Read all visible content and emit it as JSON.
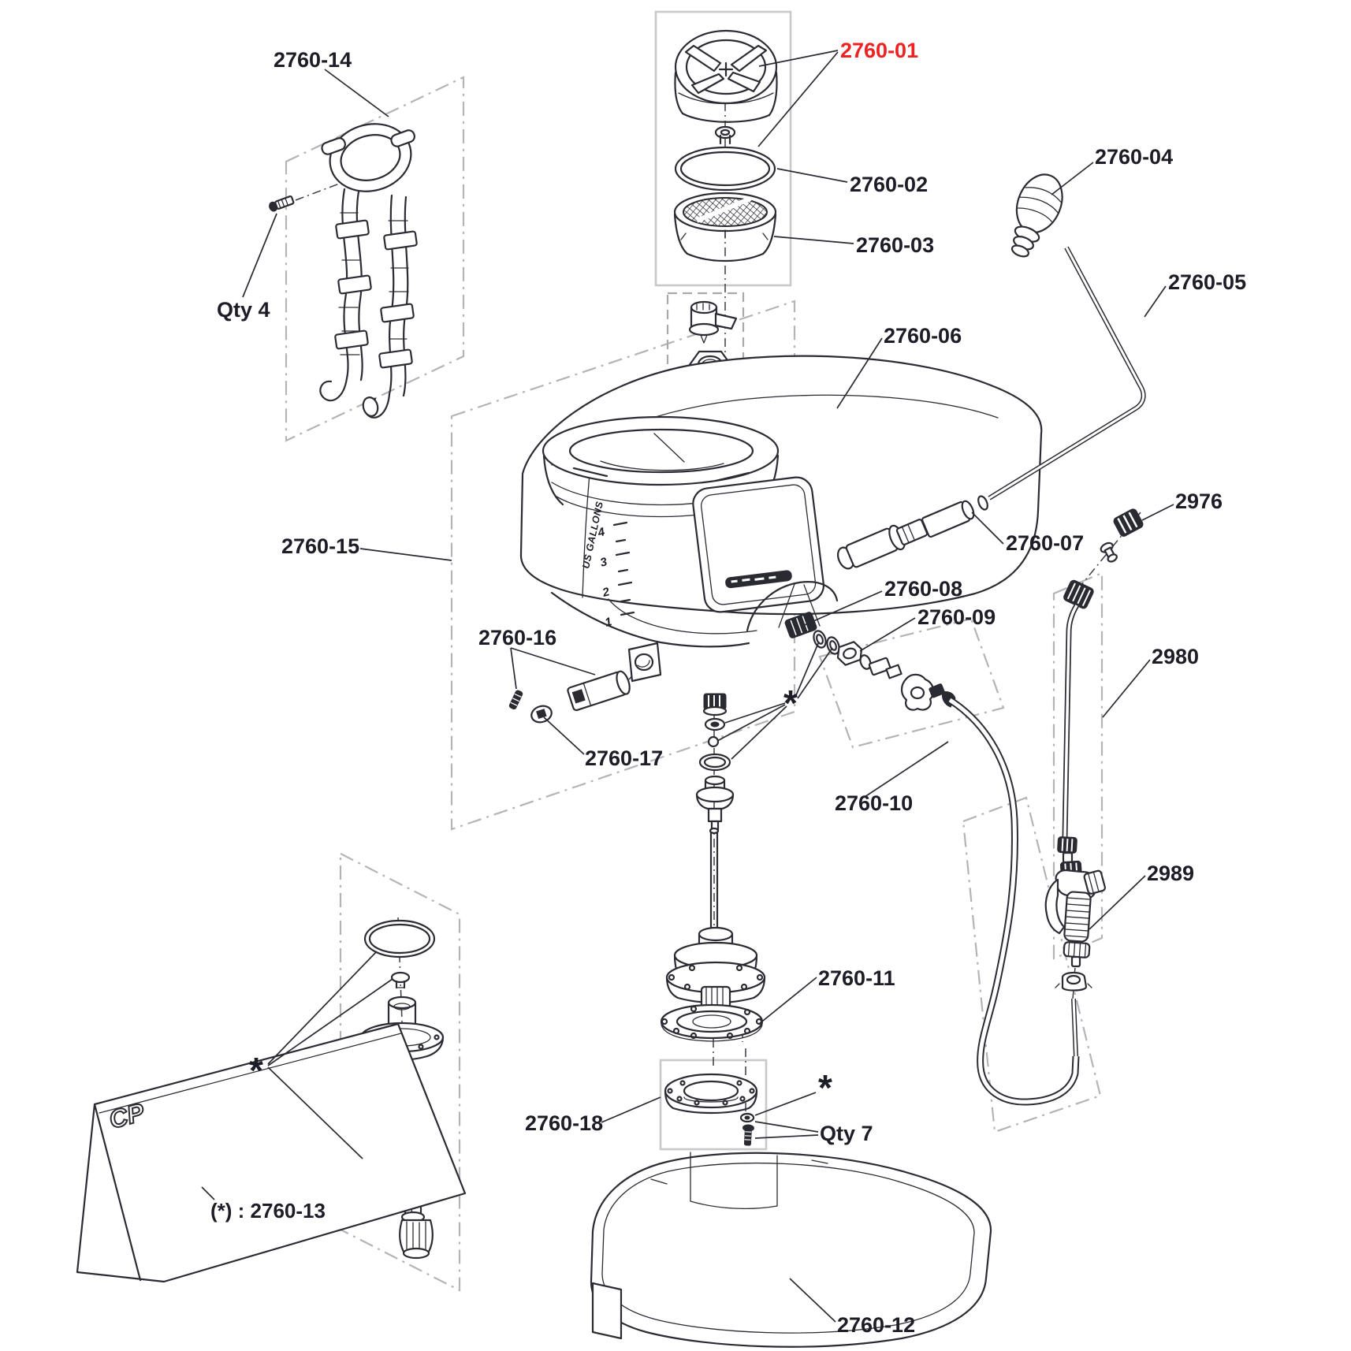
{
  "page": {
    "description": "Exploded parts diagram of a knapsack sprayer",
    "background": "#ffffff"
  },
  "palette": {
    "ink": "#1d1d27",
    "line": "#2b2b33",
    "panel_gray": "#b4b4b4",
    "box_gray": "#c9c9c9",
    "accent_red": "#ee2222",
    "dark_fill": "#2a2a32"
  },
  "callouts": {
    "p01": {
      "label": "2760-01",
      "highlighted": true
    },
    "p02": {
      "label": "2760-02"
    },
    "p03": {
      "label": "2760-03"
    },
    "p04": {
      "label": "2760-04"
    },
    "p05": {
      "label": "2760-05"
    },
    "p06": {
      "label": "2760-06"
    },
    "p07": {
      "label": "2760-07"
    },
    "p08": {
      "label": "2760-08"
    },
    "p09": {
      "label": "2760-09"
    },
    "p10": {
      "label": "2760-10"
    },
    "p11": {
      "label": "2760-11"
    },
    "p12": {
      "label": "2760-12"
    },
    "p14": {
      "label": "2760-14"
    },
    "p15": {
      "label": "2760-15"
    },
    "p16": {
      "label": "2760-16"
    },
    "p17": {
      "label": "2760-17"
    },
    "p18": {
      "label": "2760-18"
    },
    "p2976": {
      "label": "2976"
    },
    "p2980": {
      "label": "2980"
    },
    "p2989": {
      "label": "2989"
    }
  },
  "annotations": {
    "qty4": "Qty 4",
    "qty7": "Qty 7",
    "asterisk": "*",
    "footnote": "(*) : 2760-13"
  },
  "artwork_text": {
    "bag_marking": "CP",
    "tank_scale_title": "US GALLONS",
    "tank_scale_values": [
      "4",
      "3",
      "2",
      "1"
    ]
  }
}
